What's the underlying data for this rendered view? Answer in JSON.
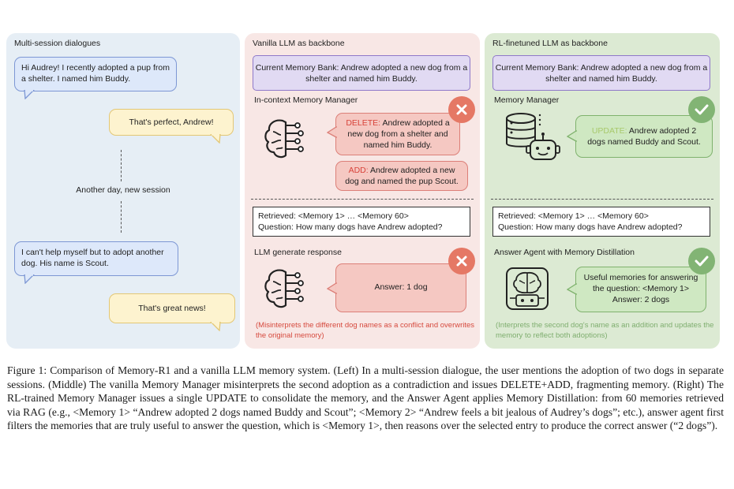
{
  "left_panel": {
    "title": "Multi-session dialogues",
    "msg1": "Hi Audrey! I recently adopted a pup from a shelter. I named him Buddy.",
    "reply1": "That's perfect, Andrew!",
    "separator": "Another day, new session",
    "msg2": "I can't help myself but to adopt another dog. His name is Scout.",
    "reply2": "That's great news!"
  },
  "mid_panel": {
    "title": "Vanilla LLM as backbone",
    "memory_bank": "Current Memory Bank: Andrew adopted a new dog from a shelter and named him Buddy.",
    "manager_label": "In-context Memory Manager",
    "delete_kw": "DELETE:",
    "delete_text": "Andrew adopted a new dog from a shelter and named him Buddy.",
    "add_kw": "ADD:",
    "add_text": "Andrew adopted a new dog and named the pup Scout.",
    "retrieved": "Retrieved: <Memory 1> … <Memory 60>",
    "question": "Question: How many dogs have Andrew adopted?",
    "response_label": "LLM generate response",
    "answer": "Answer: 1 dog",
    "note": "(Misinterprets the different dog names as a conflict and overwrites the original memory)"
  },
  "right_panel": {
    "title": "RL-finetuned LLM as backbone",
    "memory_bank": "Current Memory Bank: Andrew adopted a new dog from a shelter and named him Buddy.",
    "manager_label": "Memory Manager",
    "update_kw": "UPDATE:",
    "update_text": "Andrew adopted 2 dogs named Buddy and Scout.",
    "retrieved": "Retrieved: <Memory 1> … <Memory 60>",
    "question": "Question: How many dogs have Andrew adopted?",
    "agent_label": "Answer Agent with Memory Distillation",
    "answer": "Useful memories for answering the question: <Memory 1> Answer: 2 dogs",
    "note": "(Interprets the second dog's name as an addition and updates the memory to reflect both adoptions)"
  },
  "icons": {
    "brain": "brain-circuit-icon",
    "database": "database-icon",
    "robot": "robot-icon",
    "agent": "brain-robot-agent-icon",
    "cross": "cross-mark-icon",
    "check": "check-mark-icon"
  },
  "colors": {
    "left_bg": "#e6eef5",
    "mid_bg": "#f8e7e5",
    "right_bg": "#dcead3",
    "delete_red": "#d8433a",
    "update_green": "#a8c96b"
  },
  "caption": "Figure 1: Comparison of Memory-R1 and a vanilla LLM memory system. (Left) In a multi-session dialogue, the user mentions the adoption of two dogs in separate sessions. (Middle) The vanilla Memory Manager misinterprets the second adoption as a contradiction and issues DELETE+ADD, fragmenting memory. (Right) The RL-trained Memory Manager issues a single UPDATE to consolidate the memory, and the Answer Agent applies Memory Distillation: from 60 memories retrieved via RAG (e.g., <Memory 1> “Andrew adopted 2 dogs named Buddy and Scout”; <Memory 2> “Andrew feels a bit jealous of Audrey’s dogs”; etc.), answer agent first filters the memories that are truly useful to answer the question, which is <Memory 1>, then reasons over the selected entry to produce the correct answer (“2 dogs”)."
}
